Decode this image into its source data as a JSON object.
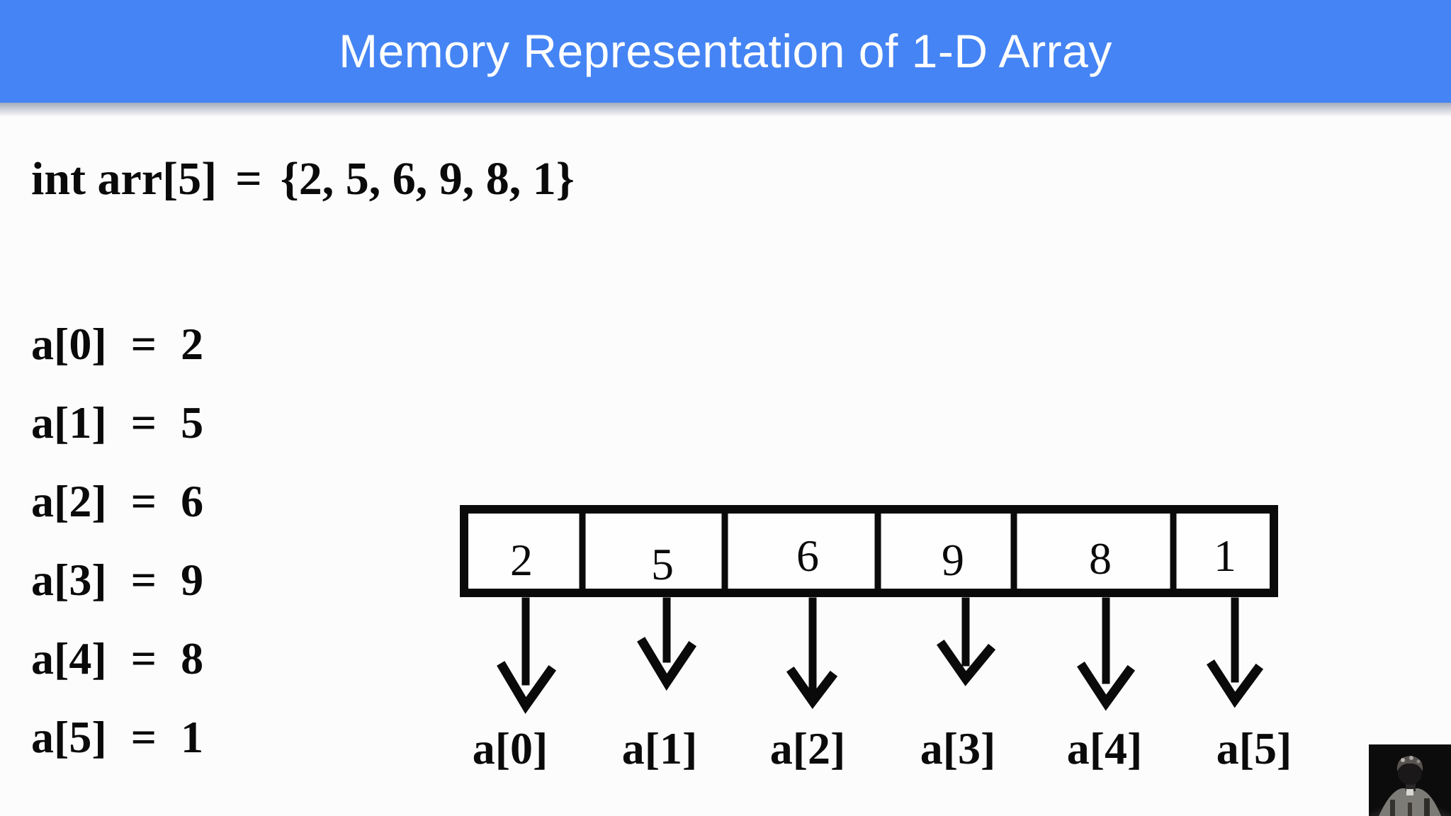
{
  "colors": {
    "header_bg": "#4584F4",
    "header_text": "#FFFFFF",
    "ink": "#0A0A0A",
    "page_bg": "#FCFCFC"
  },
  "header": {
    "title": "Memory Representation of 1-D Array"
  },
  "declaration": {
    "lhs": "int arr[5]",
    "equals": "=",
    "rhs": "{2, 5, 6, 9, 8, 1}"
  },
  "assignments": {
    "equals": "=",
    "items": [
      {
        "name": "a[0]",
        "value": "2"
      },
      {
        "name": "a[1]",
        "value": "5"
      },
      {
        "name": "a[2]",
        "value": "6"
      },
      {
        "name": "a[3]",
        "value": "9"
      },
      {
        "name": "a[4]",
        "value": "8"
      },
      {
        "name": "a[5]",
        "value": "1"
      }
    ]
  },
  "diagram": {
    "cells": [
      {
        "value": "2",
        "label": "a[0]"
      },
      {
        "value": "5",
        "label": "a[1]"
      },
      {
        "value": "6",
        "label": "a[2]"
      },
      {
        "value": "9",
        "label": "a[3]"
      },
      {
        "value": "8",
        "label": "a[4]"
      },
      {
        "value": "1",
        "label": "a[5]"
      }
    ]
  }
}
